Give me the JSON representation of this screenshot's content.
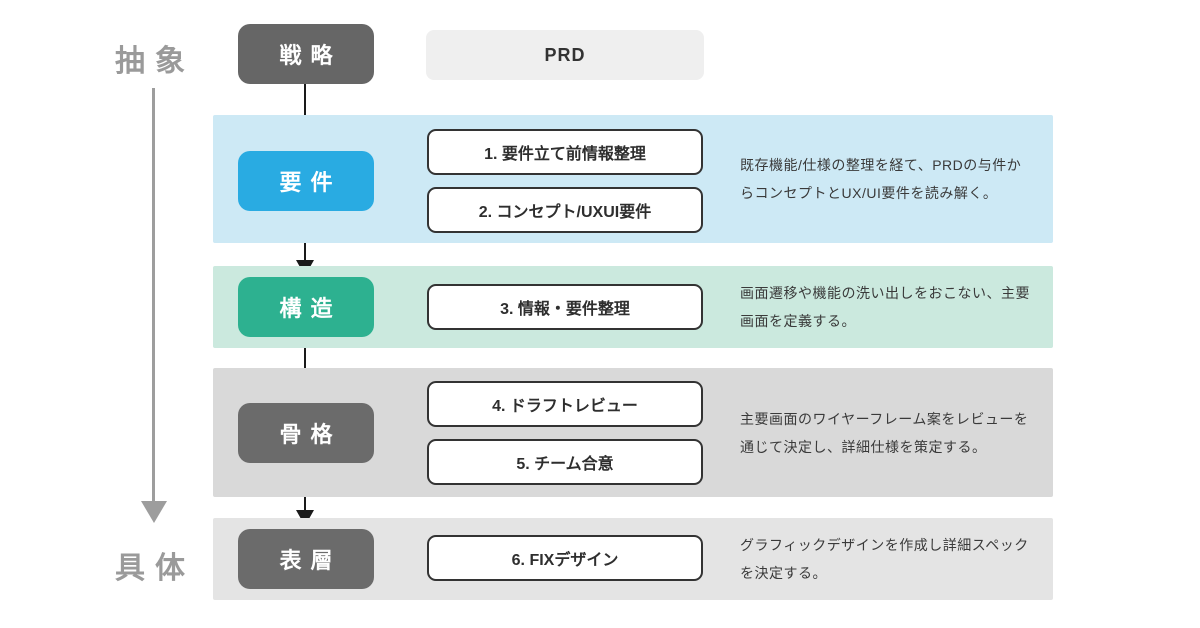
{
  "axis": {
    "top_label": "抽象",
    "bottom_label": "具体",
    "color": "#9D9D9D"
  },
  "strategy": {
    "label": "戦略",
    "color": "#666666"
  },
  "prd": {
    "label": "PRD",
    "background": "#EFEFEF"
  },
  "stages": [
    {
      "label": "要件",
      "box_color": "#29ABE2",
      "band_color": "#CDE9F5",
      "steps": [
        "1. 要件立て前情報整理",
        "2. コンセプト/UXUI要件"
      ],
      "description": "既存機能/仕様の整理を経て、PRDの与件からコンセプトとUX/UI要件を読み解く。"
    },
    {
      "label": "構造",
      "box_color": "#2DB190",
      "band_color": "#CBE9DE",
      "steps": [
        "3. 情報・要件整理"
      ],
      "description": "画面遷移や機能の洗い出しをおこない、主要画面を定義する。"
    },
    {
      "label": "骨格",
      "box_color": "#6B6B6B",
      "band_color": "#D9D9D9",
      "steps": [
        "4. ドラフトレビュー",
        "5. チーム合意"
      ],
      "description": "主要画面のワイヤーフレーム案をレビューを通じて決定し、詳細仕様を策定する。"
    },
    {
      "label": "表層",
      "box_color": "#6B6B6B",
      "band_color": "#E4E4E4",
      "steps": [
        "6. FIXデザイン"
      ],
      "description": "グラフィックデザインを作成し詳細スペックを決定する。"
    }
  ],
  "colors": {
    "step_border": "#333333",
    "flow_arrow": "#1A1A1A"
  }
}
